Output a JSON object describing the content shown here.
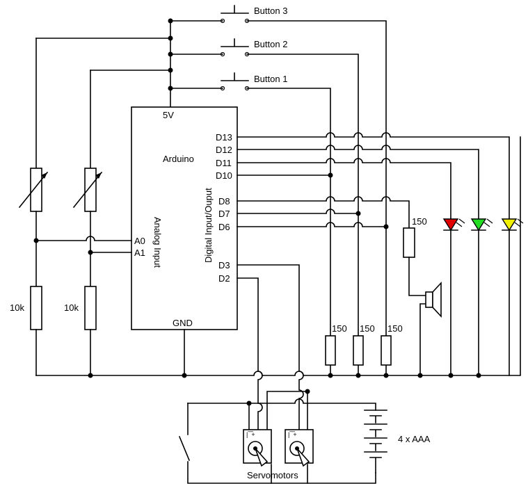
{
  "labels": {
    "button_3": "Button 3",
    "button_2": "Button 2",
    "button_1": "Button 1",
    "power_5v": "5V",
    "arduino": "Arduino",
    "gnd": "GND",
    "analog_input": "Analog Input",
    "digital_io": "Digital Input/Ouput",
    "a0": "A0",
    "a1": "A1",
    "d13": "D13",
    "d12": "D12",
    "d11": "D11",
    "d10": "D10",
    "d8": "D8",
    "d7": "D7",
    "d6": "D6",
    "d3": "D3",
    "d2": "D2",
    "r_10k_1": "10k",
    "r_10k_2": "10k",
    "r_150_speaker": "150",
    "r_150_a": "150",
    "r_150_b": "150",
    "r_150_c": "150",
    "battery": "4 x AAA",
    "servomotors": "Servomotors"
  },
  "colors": {
    "led_red": "#e00000",
    "led_green": "#22dd22",
    "led_yellow": "#f0f000",
    "wire": "#000000"
  }
}
